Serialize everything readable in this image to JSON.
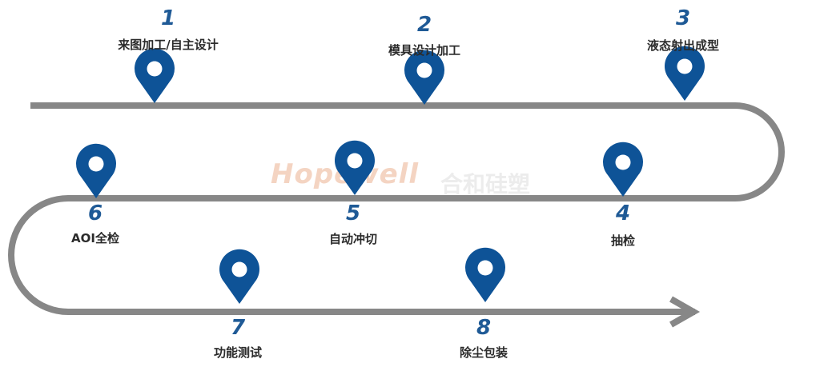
{
  "watermark": {
    "brand": "Hopewell",
    "brand_cn": "合和硅塑"
  },
  "colors": {
    "path": "#878787",
    "pin": "#0e5397",
    "number": "#1f5a96",
    "label": "#2b2b2b",
    "watermark": "#f4d4c2"
  },
  "steps": [
    {
      "number": "1",
      "label": "来图加工/自主设计"
    },
    {
      "number": "2",
      "label": "模具设计加工"
    },
    {
      "number": "3",
      "label": "液态射出成型"
    },
    {
      "number": "4",
      "label": "抽检"
    },
    {
      "number": "5",
      "label": "自动冲切"
    },
    {
      "number": "6",
      "label": "AOI全检"
    },
    {
      "number": "7",
      "label": "功能测试"
    },
    {
      "number": "8",
      "label": "除尘包装"
    }
  ]
}
